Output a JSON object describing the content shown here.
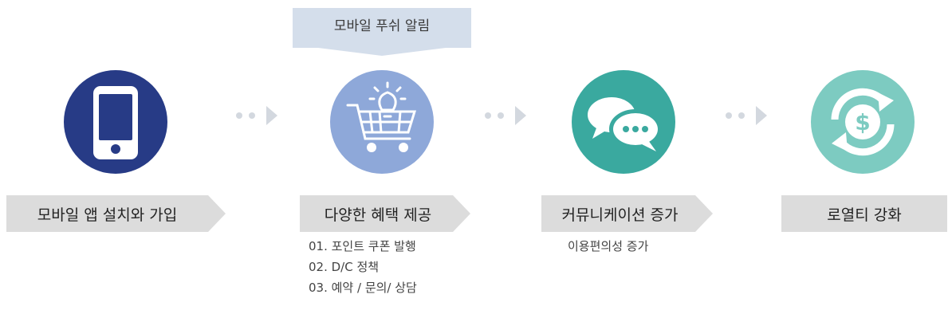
{
  "banner": {
    "label": "모바일 푸쉬 알림"
  },
  "steps": [
    {
      "label": "모바일 앱 설치와 가입",
      "icon": "mobile-phone-icon",
      "color": "#273b86"
    },
    {
      "label": "다양한 혜택 제공",
      "icon": "shopping-cart-idea-icon",
      "color": "#8ea8d9",
      "details": [
        "01. 포인트 쿠폰 발행",
        "02. D/C 정책",
        "03. 예약 / 문의/ 상담"
      ]
    },
    {
      "label": "커뮤니케이션 증가",
      "icon": "chat-bubbles-icon",
      "color": "#3aa99f",
      "details": [
        "이용편의성 증가"
      ]
    },
    {
      "label": "로열티 강화",
      "icon": "dollar-cycle-icon",
      "color": "#7dcbc1"
    }
  ]
}
